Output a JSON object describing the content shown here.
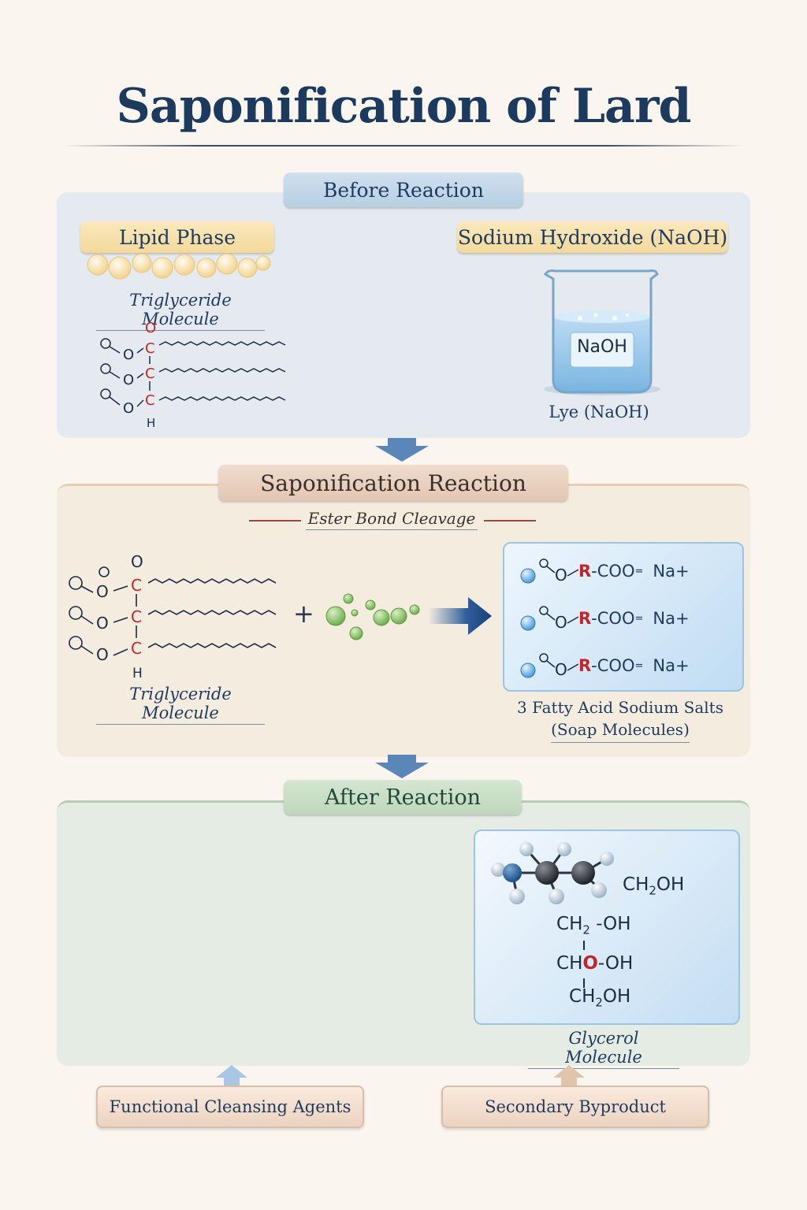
{
  "title": "Saponification of Lard",
  "before": {
    "heading": "Before Reaction",
    "lipid_label": "Lipid Phase",
    "triglyceride_label": "Triglyceride Molecule",
    "naoh_label": "Sodium Hydroxide (NaOH)",
    "beaker_text": "NaOH",
    "lye_label": "Lye (NaOH)"
  },
  "reaction": {
    "heading": "Saponification Reaction",
    "subheading": "Ester Bond Cleavage",
    "triglyceride_label": "Triglyceride Molecule",
    "plus": "+",
    "soap_rows": [
      {
        "r": "R",
        "coo": "-COO",
        "charge": "=",
        "na": "Na+"
      },
      {
        "r": "R",
        "coo": "-COO",
        "charge": "=",
        "na": "Na+"
      },
      {
        "r": "R",
        "coo": "-COO",
        "charge": "=",
        "na": "Na+"
      }
    ],
    "soap_caption_line1": "3 Fatty Acid Sodium Salts",
    "soap_caption_line2": "(Soap Molecules)"
  },
  "after": {
    "heading": "After Reaction",
    "glycerol_lines": [
      "CH2OH",
      "CH2 -OH",
      "CHO-OH",
      "CH2OH"
    ],
    "glycerol_label": "Glycerol Molecule"
  },
  "bottom": {
    "left_label": "Functional Cleansing Agents",
    "right_label": "Secondary Byproduct"
  },
  "colors": {
    "title": "#1b3a5e",
    "before_panel": "#e4eaef",
    "reaction_panel": "#f5ece0",
    "after_panel": "#e5ece4",
    "carbon_red": "#c0262a",
    "arrow_blue": "#2f5f9a"
  }
}
